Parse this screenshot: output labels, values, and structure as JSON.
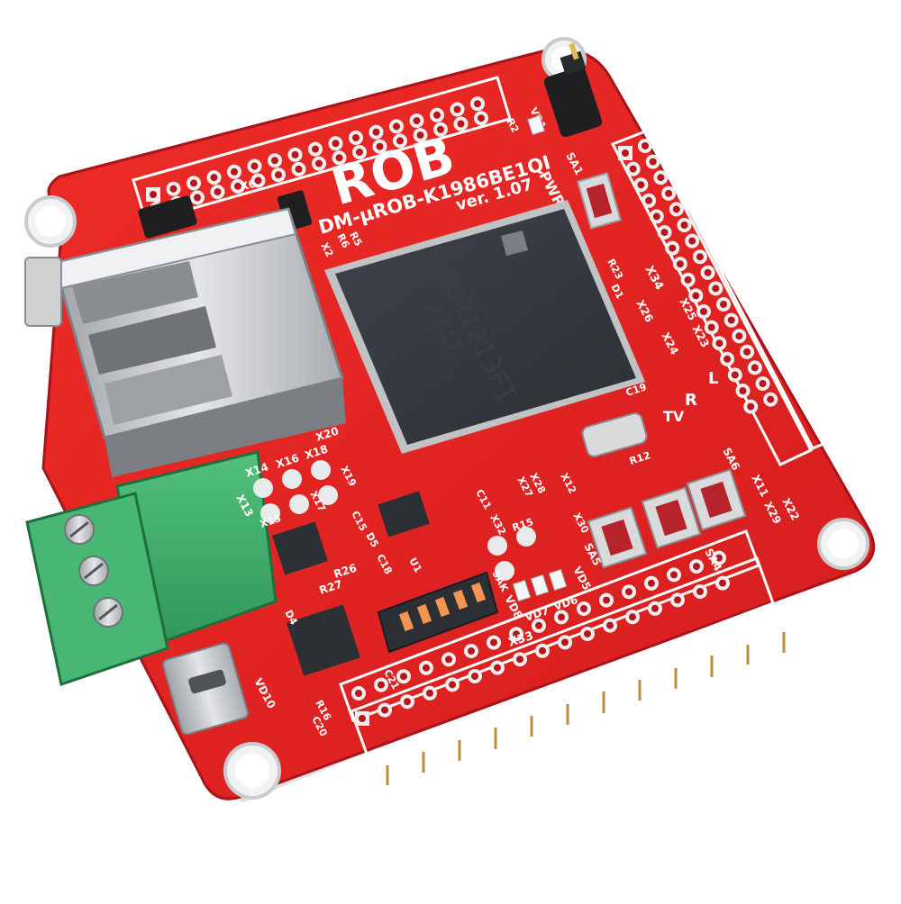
{
  "colors": {
    "pcb": "#e42320",
    "pcb_dark": "#b8151a",
    "pcb_edge": "#8f0f14",
    "silkscreen": "#ffffff",
    "chip": "#35393e",
    "terminal": "#3fae6a",
    "metal": "#c9cbcd",
    "gold": "#e0b85a"
  },
  "board": {
    "brand": "ROB",
    "model": "DM-µROB-K1986BE1QI",
    "version": "ver. 1.07",
    "pwr_label": "PWROFF"
  },
  "chip": {
    "part": "MDR1213FI",
    "date_code": "2347"
  },
  "labels": {
    "x34": "X34",
    "x33": "X33",
    "x26": "X26",
    "x25": "X25",
    "x24": "X24",
    "x23": "X23",
    "sa1": "SA1",
    "sa4": "SA4",
    "sa5": "SA5",
    "sa6": "SA6",
    "x11": "X11",
    "x22": "X22",
    "x29": "X29",
    "vd5": "VD5",
    "vd6": "VD6",
    "vd7": "VD7",
    "vd8": "VD8",
    "vd10": "VD10",
    "vd1": "VD1",
    "r": "R",
    "l": "L",
    "tv": "TV",
    "x13": "X13",
    "x14": "X14",
    "x16": "X16",
    "x18": "X18",
    "x20": "X20",
    "x15": "X15",
    "x17": "X17",
    "x19": "X19",
    "x27": "X27",
    "x28": "X28",
    "x12": "X12",
    "x30": "X30",
    "x32": "X32",
    "r26": "R26",
    "r27": "R27",
    "r15": "R15",
    "r16": "R16",
    "r12": "R12",
    "r23": "R23",
    "r2": "R2",
    "r5": "R5",
    "r6": "R6",
    "c15": "C15",
    "c18": "C18",
    "c19": "C19",
    "c11": "C11",
    "c20": "C20",
    "c21": "C21",
    "d1": "D1",
    "d4": "D4",
    "d5": "D5",
    "u1": "U1",
    "x6": "X6",
    "x2": "X2",
    "xs": "SAK"
  }
}
